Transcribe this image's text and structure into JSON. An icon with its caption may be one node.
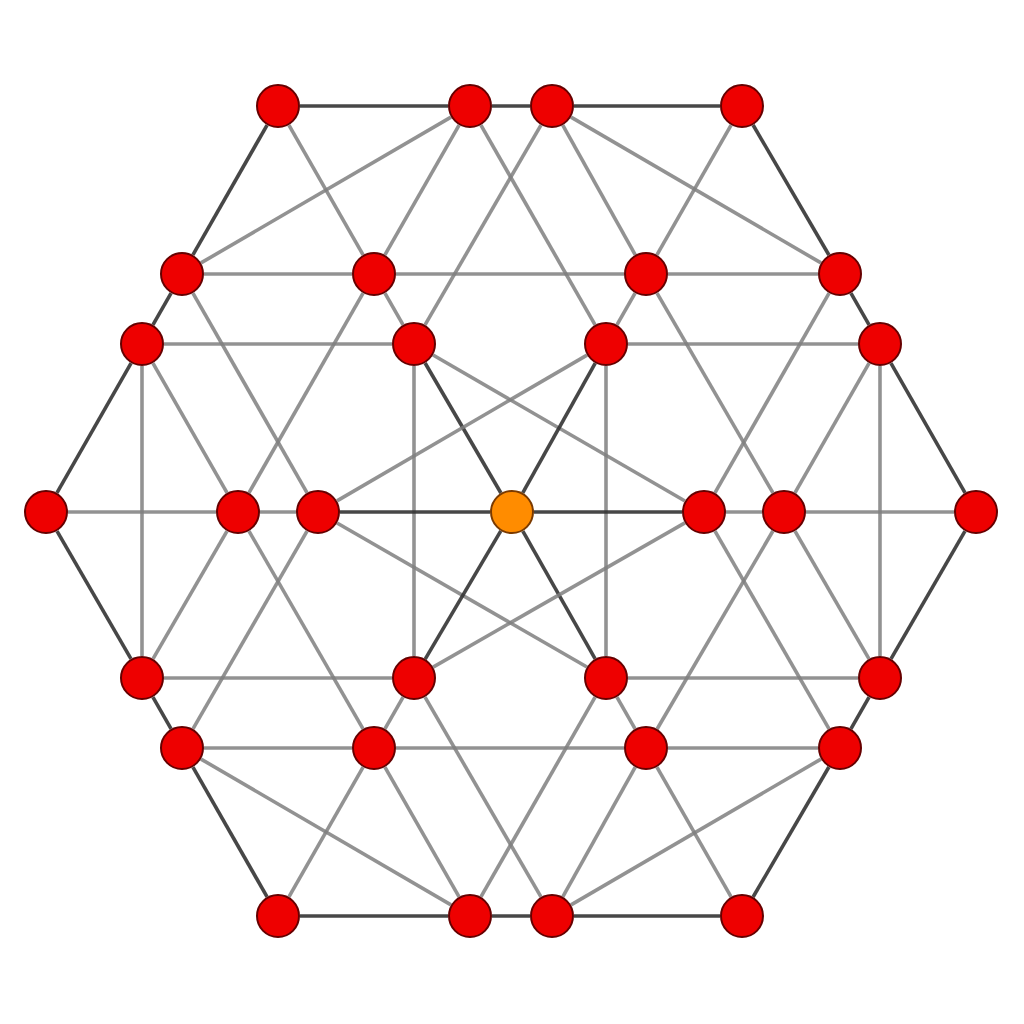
{
  "diagram": {
    "nodes": [
      {
        "text": [],
        "shape": "circle"
      },
      {
        "text": [],
        "shape": "circle"
      },
      {
        "text": [],
        "shape": "circle"
      },
      {
        "text": [],
        "shape": "circle"
      },
      {
        "text": [],
        "shape": "circle"
      },
      {
        "text": [],
        "shape": "circle"
      },
      {
        "text": [],
        "shape": "circle"
      },
      {
        "text": [],
        "shape": "circle"
      },
      {
        "text": [],
        "shape": "circle"
      },
      {
        "text": [],
        "shape": "circle"
      },
      {
        "text": [],
        "shape": "circle"
      },
      {
        "text": [],
        "shape": "circle"
      },
      {
        "text": [],
        "shape": "circle"
      },
      {
        "text": [],
        "shape": "circle"
      },
      {
        "text": [],
        "shape": "circle"
      },
      {
        "text": [],
        "shape": "circle"
      },
      {
        "text": [],
        "shape": "circle"
      },
      {
        "text": [],
        "shape": "circle"
      },
      {
        "text": [],
        "shape": "circle"
      },
      {
        "text": [],
        "shape": "circle"
      },
      {
        "text": [],
        "shape": "circle"
      },
      {
        "text": [],
        "shape": "circle"
      },
      {
        "text": [],
        "shape": "circle"
      },
      {
        "text": [],
        "shape": "circle"
      },
      {
        "text": [],
        "shape": "circle"
      },
      {
        "text": [],
        "shape": "circle"
      },
      {
        "text": [],
        "shape": "circle"
      },
      {
        "text": [],
        "shape": "circle"
      },
      {
        "text": [],
        "shape": "circle"
      },
      {
        "text": [],
        "shape": "circle"
      },
      {
        "text": [],
        "shape": "circle"
      }
    ],
    "edges": [
      {
        "from": 0,
        "to": 1,
        "arrow": "none",
        "color": "#333333"
      },
      {
        "from": 1,
        "to": 2,
        "arrow": "none",
        "color": "#333333"
      },
      {
        "from": 2,
        "to": 3,
        "arrow": "none",
        "color": "#333333"
      },
      {
        "from": 0,
        "to": 4,
        "arrow": "none",
        "color": "#333333"
      },
      {
        "from": 0,
        "to": 5,
        "arrow": "none"
      },
      {
        "from": 1,
        "to": 4,
        "arrow": "none"
      },
      {
        "from": 1,
        "to": 5,
        "arrow": "none"
      },
      {
        "from": 1,
        "to": 10,
        "arrow": "none"
      },
      {
        "from": 2,
        "to": 9,
        "arrow": "none"
      },
      {
        "from": 2,
        "to": 6,
        "arrow": "none"
      },
      {
        "from": 2,
        "to": 7,
        "arrow": "none"
      },
      {
        "from": 3,
        "to": 6,
        "arrow": "none"
      },
      {
        "from": 3,
        "to": 7,
        "arrow": "none",
        "color": "#333333"
      },
      {
        "from": 4,
        "to": 5,
        "arrow": "none"
      },
      {
        "from": 5,
        "to": 6,
        "arrow": "none"
      },
      {
        "from": 6,
        "to": 7,
        "arrow": "none"
      },
      {
        "from": 4,
        "to": 8,
        "arrow": "none",
        "color": "#333333"
      },
      {
        "from": 4,
        "to": 14,
        "arrow": "none"
      },
      {
        "from": 5,
        "to": 13,
        "arrow": "none"
      },
      {
        "from": 5,
        "to": 9,
        "arrow": "none"
      },
      {
        "from": 6,
        "to": 10,
        "arrow": "none"
      },
      {
        "from": 6,
        "to": 17,
        "arrow": "none"
      },
      {
        "from": 7,
        "to": 16,
        "arrow": "none"
      },
      {
        "from": 7,
        "to": 11,
        "arrow": "none",
        "color": "#333333"
      },
      {
        "from": 8,
        "to": 9,
        "arrow": "none"
      },
      {
        "from": 8,
        "to": 12,
        "arrow": "none",
        "color": "#333333"
      },
      {
        "from": 8,
        "to": 19,
        "arrow": "none"
      },
      {
        "from": 8,
        "to": 13,
        "arrow": "none"
      },
      {
        "from": 9,
        "to": 20,
        "arrow": "none"
      },
      {
        "from": 9,
        "to": 15,
        "arrow": "none",
        "color": "#333333"
      },
      {
        "from": 9,
        "to": 16,
        "arrow": "none"
      },
      {
        "from": 10,
        "to": 11,
        "arrow": "none"
      },
      {
        "from": 10,
        "to": 21,
        "arrow": "none"
      },
      {
        "from": 10,
        "to": 15,
        "arrow": "none",
        "color": "#333333"
      },
      {
        "from": 10,
        "to": 14,
        "arrow": "none"
      },
      {
        "from": 11,
        "to": 17,
        "arrow": "none"
      },
      {
        "from": 11,
        "to": 22,
        "arrow": "none"
      },
      {
        "from": 11,
        "to": 18,
        "arrow": "none",
        "color": "#333333"
      },
      {
        "from": 12,
        "to": 13,
        "arrow": "none"
      },
      {
        "from": 13,
        "to": 14,
        "arrow": "none"
      },
      {
        "from": 14,
        "to": 15,
        "arrow": "none",
        "color": "#333333"
      },
      {
        "from": 15,
        "to": 16,
        "arrow": "none",
        "color": "#333333"
      },
      {
        "from": 16,
        "to": 17,
        "arrow": "none"
      },
      {
        "from": 17,
        "to": 18,
        "arrow": "none"
      },
      {
        "from": 12,
        "to": 19,
        "arrow": "none",
        "color": "#333333"
      },
      {
        "from": 19,
        "to": 20,
        "arrow": "none"
      },
      {
        "from": 13,
        "to": 19,
        "arrow": "none"
      },
      {
        "from": 13,
        "to": 24,
        "arrow": "none"
      },
      {
        "from": 14,
        "to": 23,
        "arrow": "none"
      },
      {
        "from": 14,
        "to": 21,
        "arrow": "none"
      },
      {
        "from": 15,
        "to": 20,
        "arrow": "none",
        "color": "#333333"
      },
      {
        "from": 15,
        "to": 21,
        "arrow": "none",
        "color": "#333333"
      },
      {
        "from": 20,
        "to": 16,
        "arrow": "none"
      },
      {
        "from": 20,
        "to": 24,
        "arrow": "none"
      },
      {
        "from": 20,
        "to": 29,
        "arrow": "none"
      },
      {
        "from": 19,
        "to": 23,
        "arrow": "none",
        "color": "#333333"
      },
      {
        "from": 21,
        "to": 22,
        "arrow": "none"
      },
      {
        "from": 21,
        "to": 25,
        "arrow": "none"
      },
      {
        "from": 21,
        "to": 28,
        "arrow": "none"
      },
      {
        "from": 16,
        "to": 26,
        "arrow": "none"
      },
      {
        "from": 17,
        "to": 25,
        "arrow": "none"
      },
      {
        "from": 17,
        "to": 22,
        "arrow": "none"
      },
      {
        "from": 22,
        "to": 18,
        "arrow": "none",
        "color": "#333333"
      },
      {
        "from": 22,
        "to": 26,
        "arrow": "none",
        "color": "#333333"
      },
      {
        "from": 23,
        "to": 24,
        "arrow": "none"
      },
      {
        "from": 24,
        "to": 25,
        "arrow": "none"
      },
      {
        "from": 25,
        "to": 26,
        "arrow": "none"
      },
      {
        "from": 23,
        "to": 28,
        "arrow": "none"
      },
      {
        "from": 23,
        "to": 27,
        "arrow": "none",
        "color": "#333333"
      },
      {
        "from": 24,
        "to": 27,
        "arrow": "none"
      },
      {
        "from": 24,
        "to": 28,
        "arrow": "none"
      },
      {
        "from": 25,
        "to": 29,
        "arrow": "none"
      },
      {
        "from": 25,
        "to": 30,
        "arrow": "none"
      },
      {
        "from": 26,
        "to": 29,
        "arrow": "none"
      },
      {
        "from": 26,
        "to": 30,
        "arrow": "none",
        "color": "#333333"
      },
      {
        "from": 27,
        "to": 28,
        "arrow": "none",
        "color": "#333333"
      },
      {
        "from": 28,
        "to": 29,
        "arrow": "none",
        "color": "#333333"
      },
      {
        "from": 29,
        "to": 30,
        "arrow": "none",
        "color": "#333333"
      }
    ]
  }
}
